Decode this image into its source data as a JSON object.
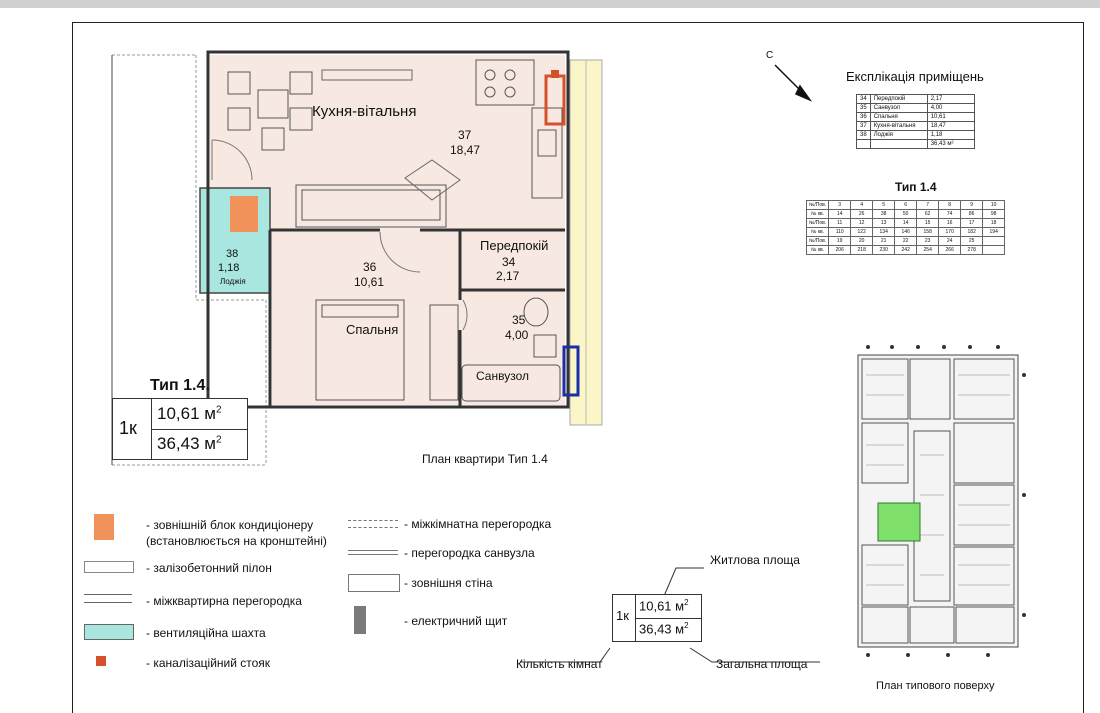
{
  "plan": {
    "rooms": {
      "kitchen": {
        "name": "Кухня-вітальня",
        "number": "37",
        "area": "18,47"
      },
      "bedroom": {
        "name": "Спальня",
        "number": "36",
        "area": "10,61"
      },
      "hall": {
        "name": "Передпокій",
        "number": "34",
        "area": "2,17"
      },
      "bath": {
        "name": "Санвузол",
        "number": "35",
        "area": "4,00"
      },
      "loggia": {
        "name": "Лоджія",
        "number": "38",
        "area": "1,18"
      }
    },
    "type_title": "Тип 1.4.",
    "rooms_count": "1к",
    "living_area": "10,61 м",
    "total_area": "36,43 м",
    "sup": "2",
    "caption": "План квартири Тип 1.4",
    "compass": "С"
  },
  "explication": {
    "title": "Експлікація приміщень",
    "rows": [
      [
        "34",
        "Передпокій",
        "2,17"
      ],
      [
        "35",
        "Санвузол",
        "4,00"
      ],
      [
        "36",
        "Спальня",
        "10,61"
      ],
      [
        "37",
        "Кухня-вітальня",
        "18,47"
      ],
      [
        "38",
        "Лоджія",
        "1,18"
      ]
    ],
    "total": "36,43 м²"
  },
  "type_table": {
    "title": "Тип 1.4",
    "rows": [
      [
        "№/Пов.",
        "3",
        "4",
        "5",
        "6",
        "7",
        "8",
        "9",
        "10"
      ],
      [
        "№ кв.",
        "14",
        "26",
        "38",
        "50",
        "62",
        "74",
        "86",
        "98"
      ],
      [
        "№/Пов.",
        "11",
        "12",
        "13",
        "14",
        "15",
        "16",
        "17",
        "18"
      ],
      [
        "№ кв.",
        "110",
        "122",
        "134",
        "146",
        "158",
        "170",
        "182",
        "194"
      ],
      [
        "№/Пов.",
        "19",
        "20",
        "21",
        "22",
        "23",
        "24",
        "25",
        ""
      ],
      [
        "№ кв.",
        "206",
        "218",
        "230",
        "242",
        "254",
        "266",
        "278",
        ""
      ]
    ]
  },
  "legend": {
    "ac": "- зовнішній блок кондиціонеру",
    "ac2": "(встановлюється на кронштейні)",
    "pylon": "- залізобетонний пілон",
    "interapt": "- міжквартирна перегородка",
    "vent": "- вентиляційна шахта",
    "sewer": "- каналізаційний стояк",
    "interroom": "- міжкімнатна перегородка",
    "bathwall": "- перегородка санвузла",
    "extwall": "- зовнішня стіна",
    "electric": "- електричний щит"
  },
  "key": {
    "living_label": "Житлова площа",
    "rooms_label": "Кількість кімнат",
    "total_label": "Загальна площа",
    "rooms": "1к",
    "living": "10,61 м",
    "total": "36,43 м",
    "sup": "2"
  },
  "floor_plan_caption": "План типового поверху",
  "colors": {
    "room_fill": "#f7e9e1",
    "loggia_fill": "#a9e6df",
    "ac_orange": "#f0925a",
    "sewer_red": "#d6502a",
    "highlight_green": "#7ee06a",
    "bath_blue": "#1a2ea8",
    "facade_yellow": "#fbf6c8"
  }
}
